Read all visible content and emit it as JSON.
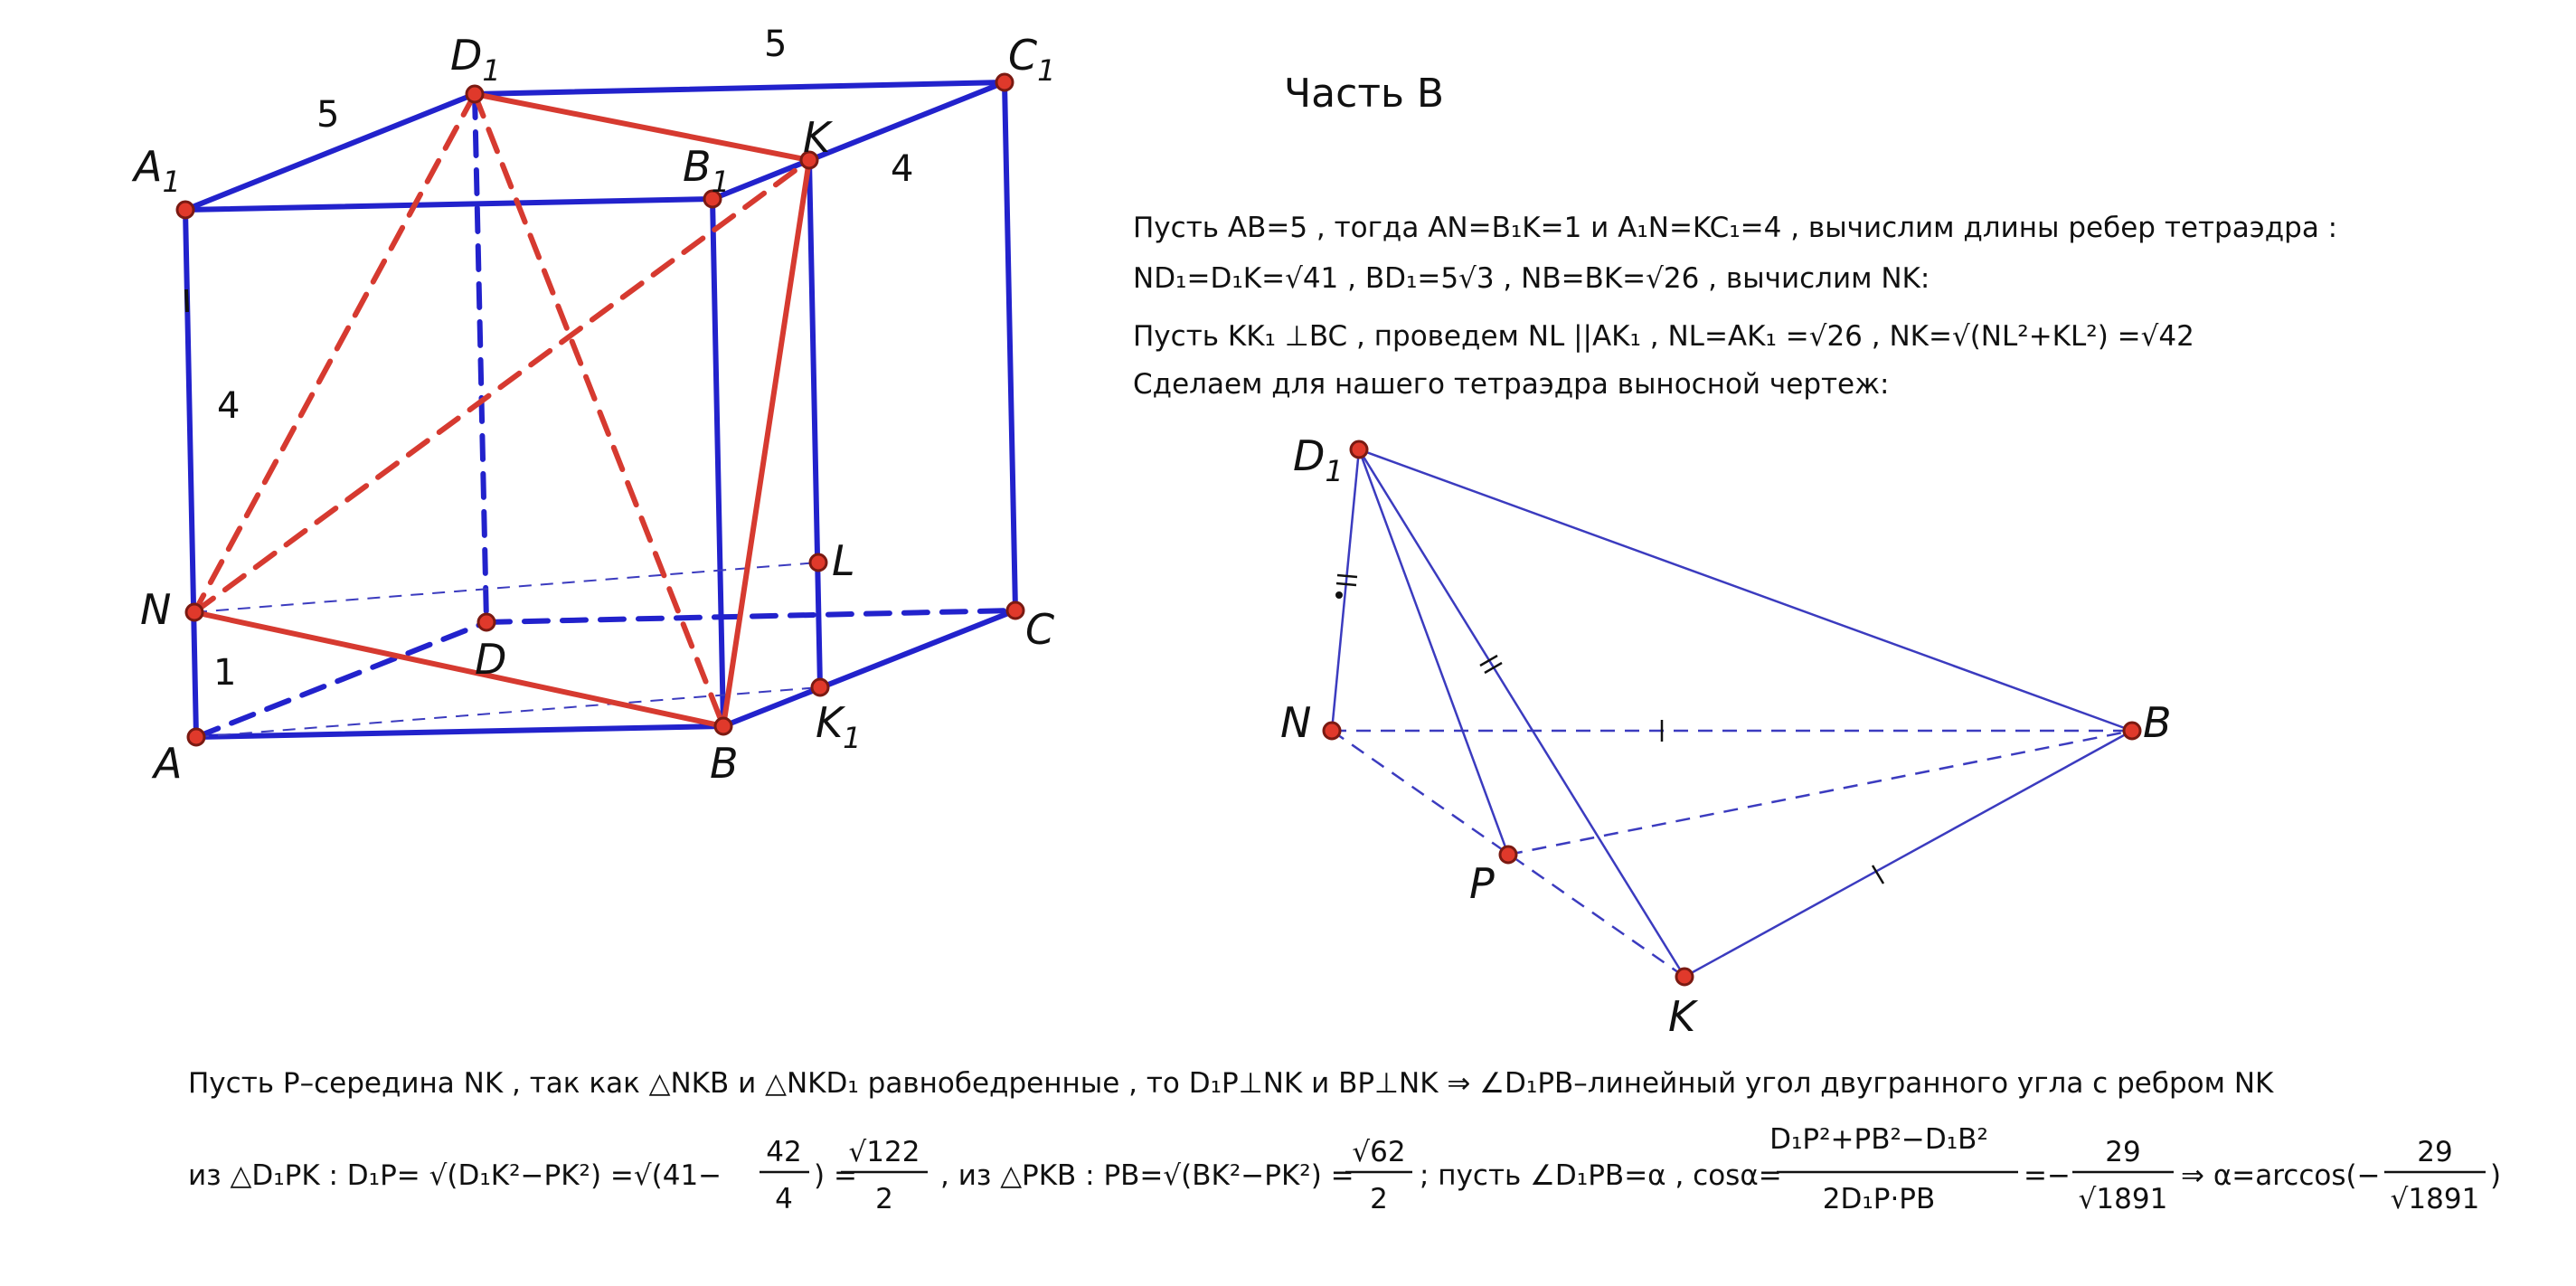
{
  "heading": "Часть В",
  "cube": {
    "labels": {
      "A": "A",
      "B": "B",
      "C": "C",
      "D": "D",
      "A1": "A",
      "A1_sub": "1",
      "B1": "B",
      "B1_sub": "1",
      "C1": "C",
      "C1_sub": "1",
      "D1": "D",
      "D1_sub": "1",
      "K": "K",
      "K1": "K",
      "K1_sub": "1",
      "L": "L",
      "N": "N"
    },
    "edge_lengths": {
      "a1d1": "5",
      "d1c1": "5",
      "kc1": "4",
      "a1n": "4",
      "an": "1"
    }
  },
  "paragraph": {
    "line1": "Пусть  AB=5  , тогда AN=B₁K=1 и A₁N=KC₁=4 ,  вычислим длины ребер тетраэдра :",
    "line2": "ND₁=D₁K=√41 , BD₁=5√3 , NB=BK=√26 , вычислим NK:",
    "line3": "Пусть KK₁ ⊥BC , проведем NL ||AK₁ , NL=AK₁ =√26 , NK=√(NL²+KL²) =√42",
    "line4": "Сделаем для нашего тетраэдра выносной чертеж:"
  },
  "tetra": {
    "labels": {
      "D1": "D",
      "D1_sub": "1",
      "N": "N",
      "B": "B",
      "P": "P",
      "K": "K"
    }
  },
  "bottom": {
    "line1": "Пусть P–середина NK , так как △NKB и △NKD₁ равнобедренные , то D₁P⊥NK и BP⊥NK ⇒ ∠D₁PB–линейный угол  двугранного угла с ребром NK",
    "line2_a": "из △D₁PK : D₁P= √(D₁K²−PK²) =√(41−",
    "frac1_num": "42",
    "frac1_den": "4",
    "line2_b": ") =",
    "frac2_num": "√122",
    "frac2_den": "2",
    "line2_c": ", из △PKB : PB=√(BK²−PK²) =",
    "frac3_num": "√62",
    "frac3_den": "2",
    "line2_d": "; пусть ∠D₁PB=α , cosα=",
    "frac4_num": "D₁P²+PB²−D₁B²",
    "frac4_den": "2D₁P·PB",
    "line2_e": "=−",
    "frac5_num": "29",
    "frac5_den": "√1891",
    "line2_f": "⇒ α=arccos(−",
    "frac6_num": "29",
    "frac6_den": "√1891",
    "line2_g": ")"
  },
  "colors": {
    "blue": "#2222cc",
    "red": "#d63a30",
    "thin_blue": "#3b3bbf",
    "point_fill": "#e0392b",
    "point_stroke": "#7a1a12"
  }
}
